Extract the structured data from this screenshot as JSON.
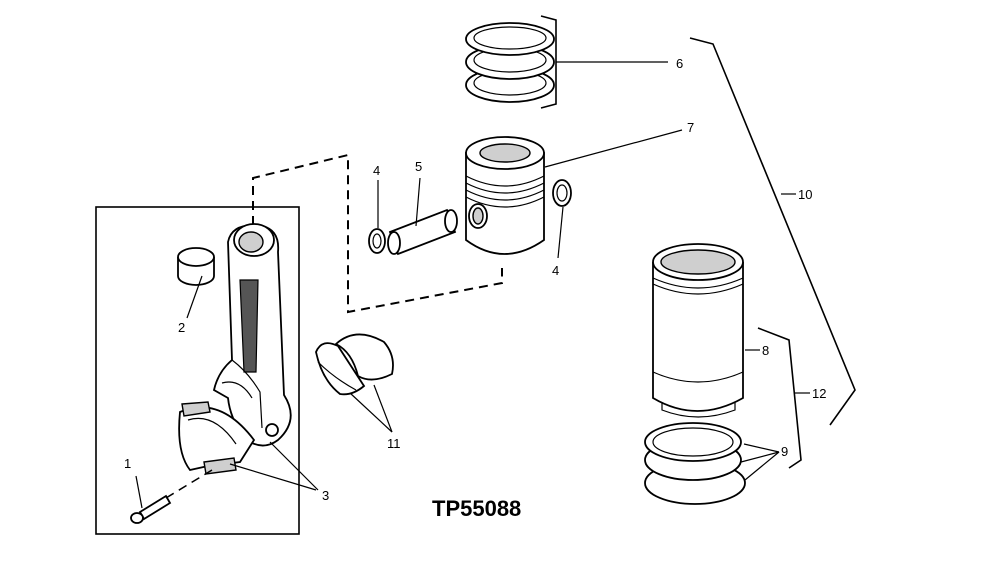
{
  "figure_id": "TP55088",
  "callouts": {
    "c1": "1",
    "c2": "2",
    "c3": "3",
    "c4a": "4",
    "c4b": "4",
    "c5": "5",
    "c6": "6",
    "c7": "7",
    "c8": "8",
    "c9": "9",
    "c10": "10",
    "c11": "11",
    "c12": "12"
  }
}
